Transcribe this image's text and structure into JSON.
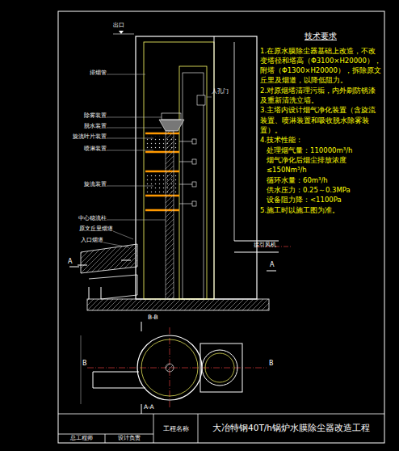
{
  "diagram": {
    "nodes": [
      {
        "text": [
          "工程名称"
        ]
      },
      {
        "text": [
          "大冶特钢40T/h锅炉水膜除尘器改造工程"
        ]
      },
      {
        "text": [
          "总工程师"
        ]
      },
      {
        "text": [
          "设计负责"
        ]
      }
    ],
    "labels": [
      "出口",
      "排烟管",
      "人孔门",
      "除雾装置",
      "脱水装置",
      "旋流叶片装置",
      "喷淋装置",
      "旋流装置",
      "中心稳流柱",
      "原文丘里烟道",
      "入口烟道",
      "接引风机",
      "A",
      "A",
      "B-B",
      "B",
      "B",
      "A-A",
      "技术要求",
      "1.在原水膜除尘器基础上改造，不改变塔径和塔高（Φ3100×H20000），附塔（Φ1300×H20000），拆除原文丘里及烟道，以降低阻力。",
      "2.对原烟塔清理污垢，内外刷防锈漆及重新清洗立墙。",
      "3.主塔内设计烟气净化装置（含旋流装置、喷淋装置和吸收脱水除雾装置）。",
      "4.技术性能：",
      "处理烟气量：110000m³/h",
      "烟气净化后烟尘排放浓度≤150Nm³/h",
      "循环水量：60m³/h",
      "供水压力：0.25～0.3MPa",
      "设备阻力降：<1100Pa",
      "5.施工时以施工图为准。"
    ]
  }
}
